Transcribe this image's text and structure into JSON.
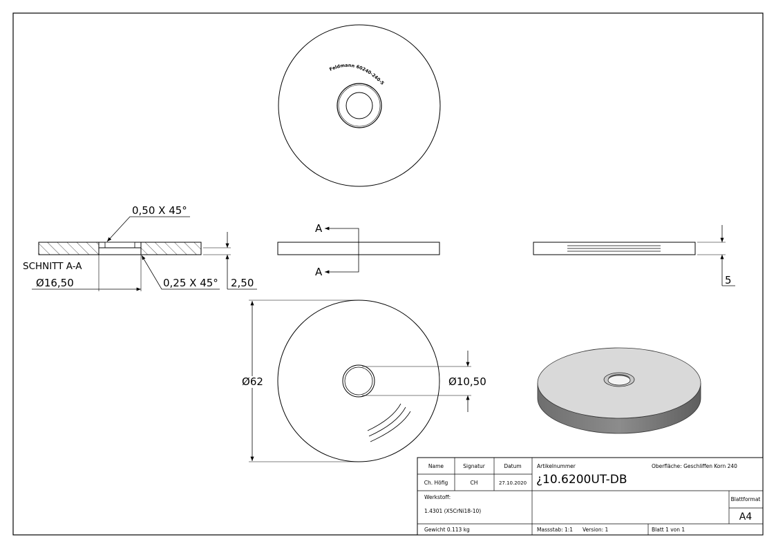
{
  "engraving": "Feldmann 60240-240-5",
  "section": {
    "label": "SCHNITT A-A",
    "cut_marker": "A",
    "chamfer_top": "0,50 X 45°",
    "chamfer_bottom": "0,25 X 45°",
    "diameter": "16,50",
    "thickness": "2,50"
  },
  "dims": {
    "side_thickness": "5",
    "outer_diameter": "62",
    "hole_diameter": "10,50",
    "diameter_symbol": "Ø"
  },
  "title_block": {
    "name_header": "Name",
    "signatur_header": "Signatur",
    "datum_header": "Datum",
    "name_value": "Ch. Höfig",
    "signatur_value": "CH",
    "datum_value": "27.10.2020",
    "werkstoff_label": "Werkstoff:",
    "werkstoff_value": "1.4301 (X5CrNi18-10)",
    "gewicht": "Gewicht 0.113 kg",
    "artikel_label": "Artikelnummer",
    "artikel_value": "¿10.6200UT-DB",
    "oberflaeche": "Oberfläche:  Geschliffen Korn 240",
    "blattformat_label": "Blattformat",
    "blattformat_value": "A4",
    "massstab": "Massstab: 1:1",
    "version": "Version: 1",
    "blatt": "Blatt 1 von 1"
  }
}
